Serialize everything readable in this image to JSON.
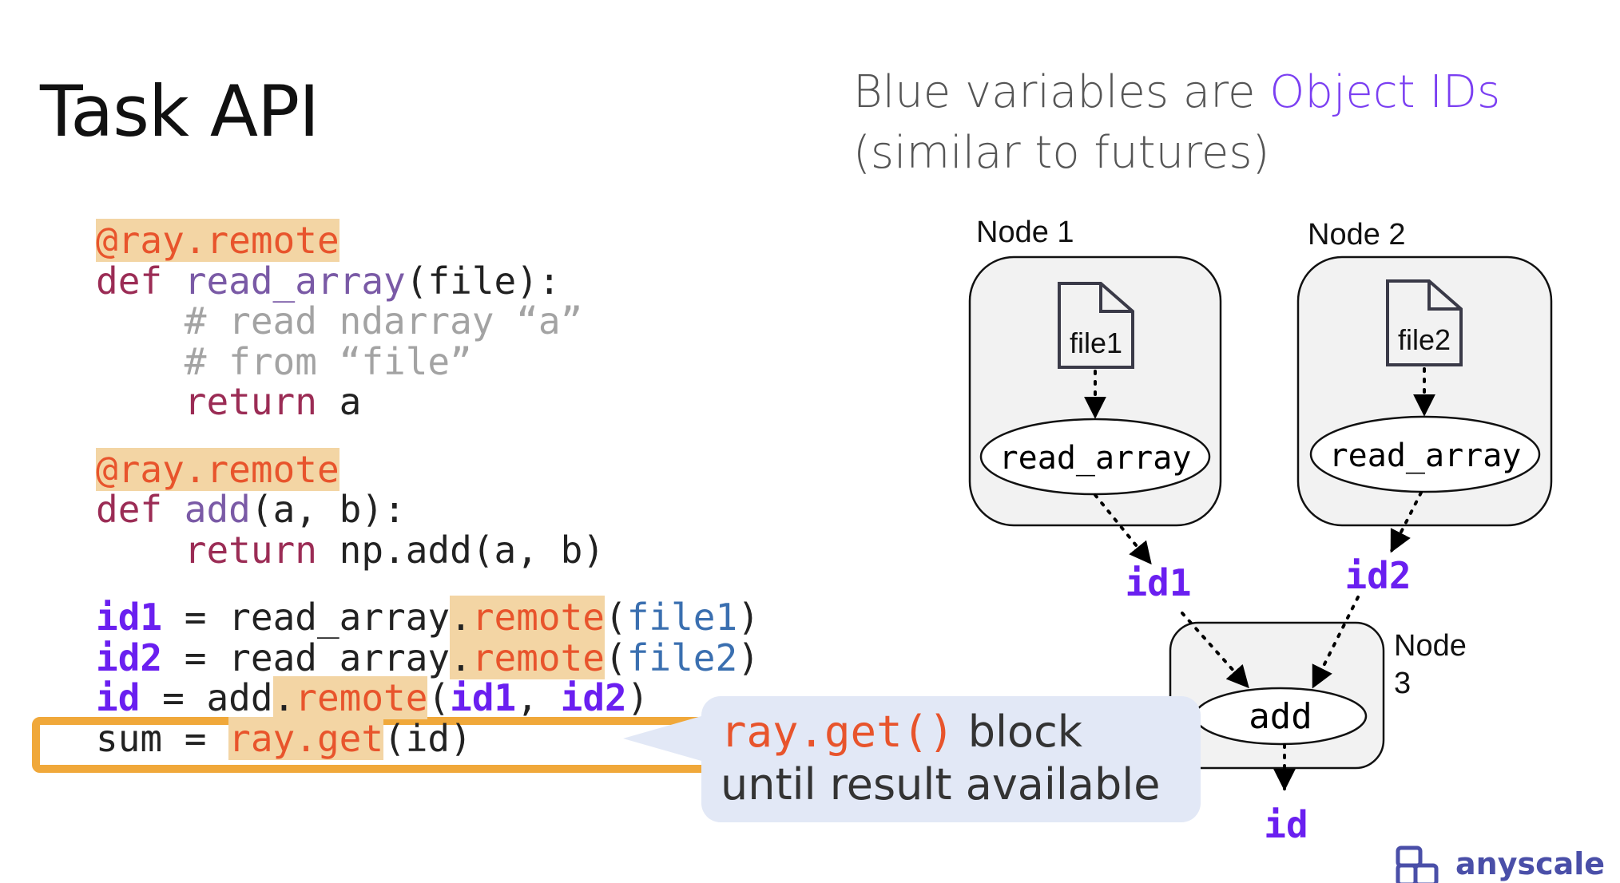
{
  "slide": {
    "title": "Task API",
    "heading_line1_prefix": "Blue variables are ",
    "heading_line1_accent": "Object IDs",
    "heading_line2": "(similar to futures)"
  },
  "code": {
    "blocks": [
      [
        [
          {
            "t": "@ray.remote",
            "c": "dec"
          }
        ],
        [
          {
            "t": "def ",
            "c": "def"
          },
          {
            "t": "read_array",
            "c": "fn"
          },
          {
            "t": "(file):",
            "c": ""
          }
        ],
        [
          {
            "t": "    # read ndarray “a”",
            "c": "cm"
          }
        ],
        [
          {
            "t": "    # from “file”",
            "c": "cm"
          }
        ],
        [
          {
            "t": "    ",
            "c": ""
          },
          {
            "t": "return",
            "c": "def"
          },
          {
            "t": " a",
            "c": ""
          }
        ]
      ],
      [
        [
          {
            "t": "@ray.remote",
            "c": "dec"
          }
        ],
        [
          {
            "t": "def ",
            "c": "def"
          },
          {
            "t": "add",
            "c": "fn"
          },
          {
            "t": "(a, b):",
            "c": ""
          }
        ],
        [
          {
            "t": "    ",
            "c": ""
          },
          {
            "t": "return",
            "c": "def"
          },
          {
            "t": " np.add(a, b)",
            "c": ""
          }
        ]
      ],
      [
        [
          {
            "t": "id1",
            "c": "id"
          },
          {
            "t": " = read_array",
            "c": ""
          },
          {
            "t": ".",
            "c": "hlp"
          },
          {
            "t": "remote",
            "c": "hl"
          },
          {
            "t": "(",
            "c": ""
          },
          {
            "t": "file1",
            "c": "blue"
          },
          {
            "t": ")",
            "c": ""
          }
        ],
        [
          {
            "t": "id2",
            "c": "id"
          },
          {
            "t": " = read_array",
            "c": ""
          },
          {
            "t": ".",
            "c": "hlp"
          },
          {
            "t": "remote",
            "c": "hl"
          },
          {
            "t": "(",
            "c": ""
          },
          {
            "t": "file2",
            "c": "blue"
          },
          {
            "t": ")",
            "c": ""
          }
        ],
        [
          {
            "t": "id",
            "c": "id"
          },
          {
            "t": " = add",
            "c": ""
          },
          {
            "t": ".",
            "c": "hlp"
          },
          {
            "t": "remote",
            "c": "hl"
          },
          {
            "t": "(",
            "c": ""
          },
          {
            "t": "id1",
            "c": "id"
          },
          {
            "t": ", ",
            "c": ""
          },
          {
            "t": "id2",
            "c": "id"
          },
          {
            "t": ")",
            "c": ""
          }
        ],
        [
          {
            "t": "sum = ",
            "c": ""
          },
          {
            "t": "ray.get",
            "c": "hl"
          },
          {
            "t": "(id)",
            "c": ""
          }
        ]
      ]
    ]
  },
  "callout": {
    "code": "ray.get()",
    "line1_rest": " block",
    "line2": "until result available"
  },
  "diagram": {
    "node1_label": "Node 1",
    "node2_label": "Node 2",
    "node3_label_line1": "Node",
    "node3_label_line2": "3",
    "file1": "file1",
    "file2": "file2",
    "task1": "read_array",
    "task2": "read_array",
    "task3": "add",
    "id1": "id1",
    "id2": "id2",
    "id": "id"
  },
  "logo": {
    "text": "anyscale"
  },
  "colors": {
    "accent": "#7b3ff2",
    "object_id": "#6a1ff0",
    "highlight_border": "#f0a83a",
    "callout_bg": "#e2e8f6",
    "remote_text": "#e8542c"
  }
}
